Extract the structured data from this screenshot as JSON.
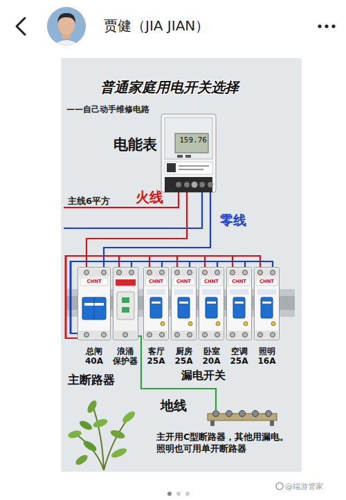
{
  "diagram": {
    "title": "普通家庭用电开关选择",
    "nodes": [
      {
        "text": [
          "电能表",
          "159.76"
        ]
      },
      {
        "text": [
          "CHNT",
          "总闸 40A"
        ]
      },
      {
        "text": [
          "浪涌 保护器"
        ]
      },
      {
        "text": [
          "CHNT",
          "客厅 25A"
        ]
      },
      {
        "text": [
          "CHNT",
          "厨房 25A"
        ]
      },
      {
        "text": [
          "CHNT",
          "卧室 20A"
        ]
      },
      {
        "text": [
          "CHNT",
          "空调 25A"
        ]
      },
      {
        "text": [
          "CHNT",
          "照明 16A"
        ]
      },
      {
        "text": [
          "地线"
        ]
      }
    ],
    "edges": [
      {
        "from": 0,
        "to": 1,
        "arrow": "none"
      },
      {
        "from": 0,
        "to": 1,
        "arrow": "none"
      },
      {
        "from": 1,
        "to": 2,
        "arrow": "none"
      },
      {
        "from": 1,
        "to": 3,
        "arrow": "none"
      },
      {
        "from": 1,
        "to": 4,
        "arrow": "none"
      },
      {
        "from": 1,
        "to": 5,
        "arrow": "none"
      },
      {
        "from": 1,
        "to": 6,
        "arrow": "none"
      },
      {
        "from": 1,
        "to": 7,
        "arrow": "none"
      },
      {
        "from": 1,
        "to": 2,
        "arrow": "none"
      },
      {
        "from": 1,
        "to": 3,
        "arrow": "none"
      },
      {
        "from": 1,
        "to": 4,
        "arrow": "none"
      },
      {
        "from": 1,
        "to": 5,
        "arrow": "none"
      },
      {
        "from": 1,
        "to": 6,
        "arrow": "none"
      },
      {
        "from": 1,
        "to": 7,
        "arrow": "none"
      },
      {
        "from": 2,
        "to": 8,
        "arrow": "none"
      }
    ],
    "labels": [
      "贾健（JIA JIAN）",
      "——自己动手维修电路",
      "主线6平方",
      "火线",
      "零线",
      "主断路器",
      "漏电开关",
      "主开用C型断路器，其他用漏电。照明也可用单开断路器",
      "@端游管家"
    ]
  }
}
